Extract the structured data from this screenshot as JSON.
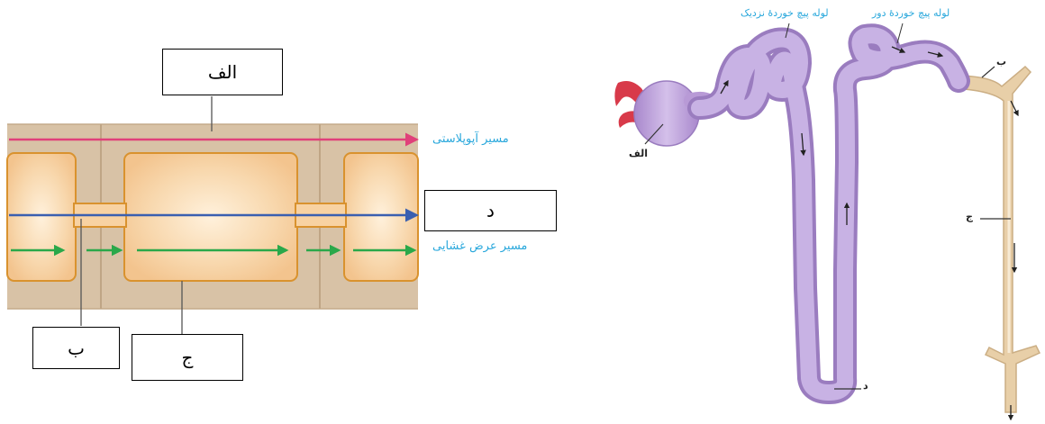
{
  "left_diagram": {
    "box_labels": {
      "alef": "الف",
      "dal": "د",
      "be": "ب",
      "jim": "ج"
    },
    "apoplast_label": "مسیر آپوپلاستی",
    "transmembrane_label": "مسیر عرض غشایی",
    "colors": {
      "apoplast_arrow": "#e0407a",
      "symplast_arrow": "#3a5fb0",
      "transmembrane_arrow": "#2aa84a",
      "cell_wall": "#d8c2a6",
      "cytoplasm": "#f8d2a2"
    }
  },
  "right_diagram": {
    "top_labels": {
      "proximal": "لوله پیچ خوردهٔ نزدیک",
      "distal": "لوله پیچ خوردهٔ دور"
    },
    "pointer_labels": {
      "alef": "الف",
      "be": "ب",
      "jim": "ج",
      "dal": "د"
    },
    "colors": {
      "tubule": "#b89ad6",
      "collecting_duct": "#e8cfa8",
      "arteriole": "#d83a4a"
    }
  }
}
